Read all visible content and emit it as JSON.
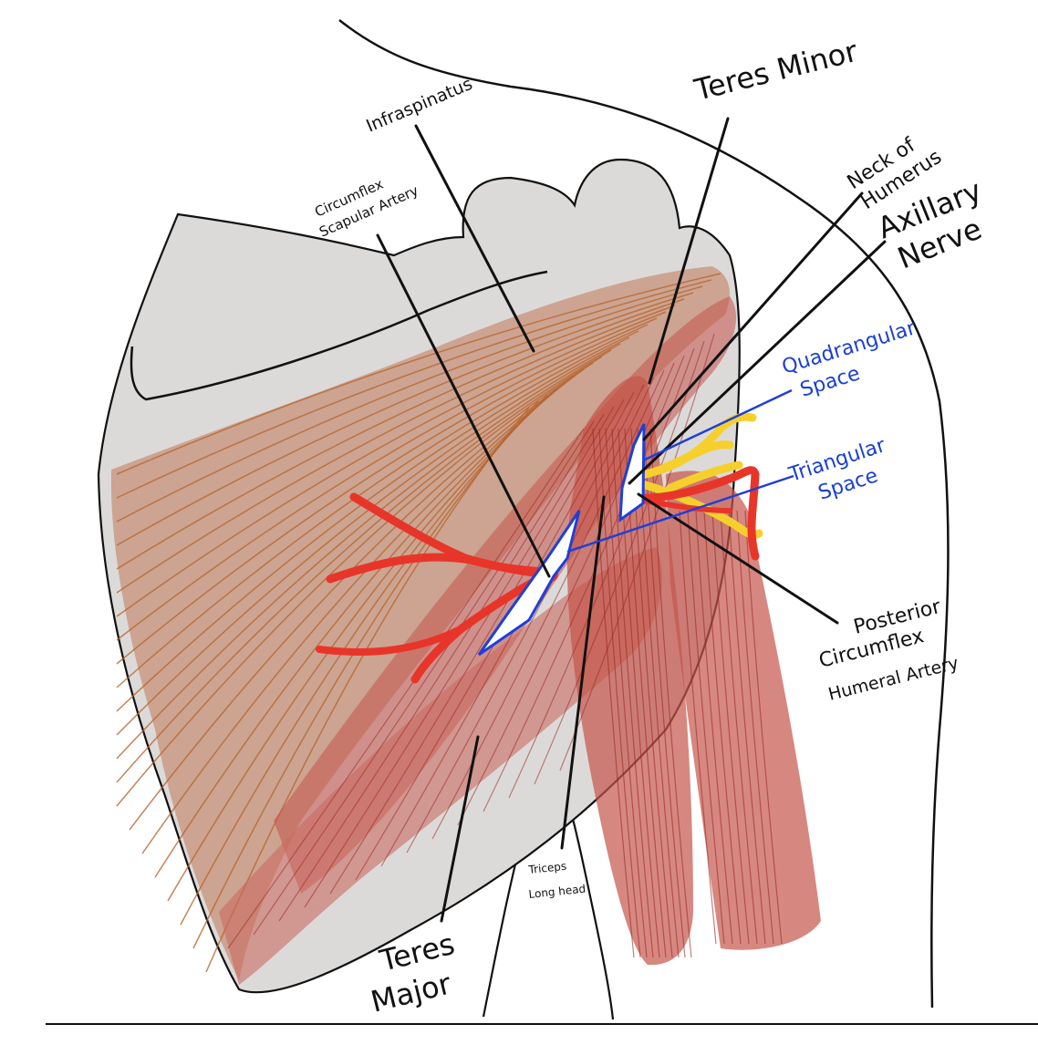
{
  "labels": {
    "infraspinatus": "Infraspinatus",
    "teres_minor": "Teres Minor",
    "circumflex_scapular_line1": "Circumflex",
    "circumflex_scapular_line2": "Scapular Artery",
    "neck_humerus_line1": "Neck of",
    "neck_humerus_line2": "Humerus",
    "axillary_line1": "Axillary",
    "axillary_line2": "Nerve",
    "quadrangular_line1": "Quadrangular",
    "quadrangular_line2": "Space",
    "triangular_line1": "Triangular",
    "triangular_line2": "Space",
    "posterior_line1": "Posterior",
    "posterior_line2": "Circumflex",
    "posterior_line3": "Humeral Artery",
    "teres_major_line1": "Teres",
    "teres_major_line2": "Major",
    "triceps_line1": "Triceps",
    "triceps_line2": "Long head"
  },
  "colors": {
    "bone": "#dcdad9",
    "muscle_infraspinatus": "#c99a84",
    "muscle_red": "#c5544a",
    "fiber": "#b8652f",
    "artery": "#e8352a",
    "nerve": "#f5d02c",
    "space_outline": "#1f3fd8",
    "label_blue": "#1a3fd6",
    "ink": "#111111"
  }
}
